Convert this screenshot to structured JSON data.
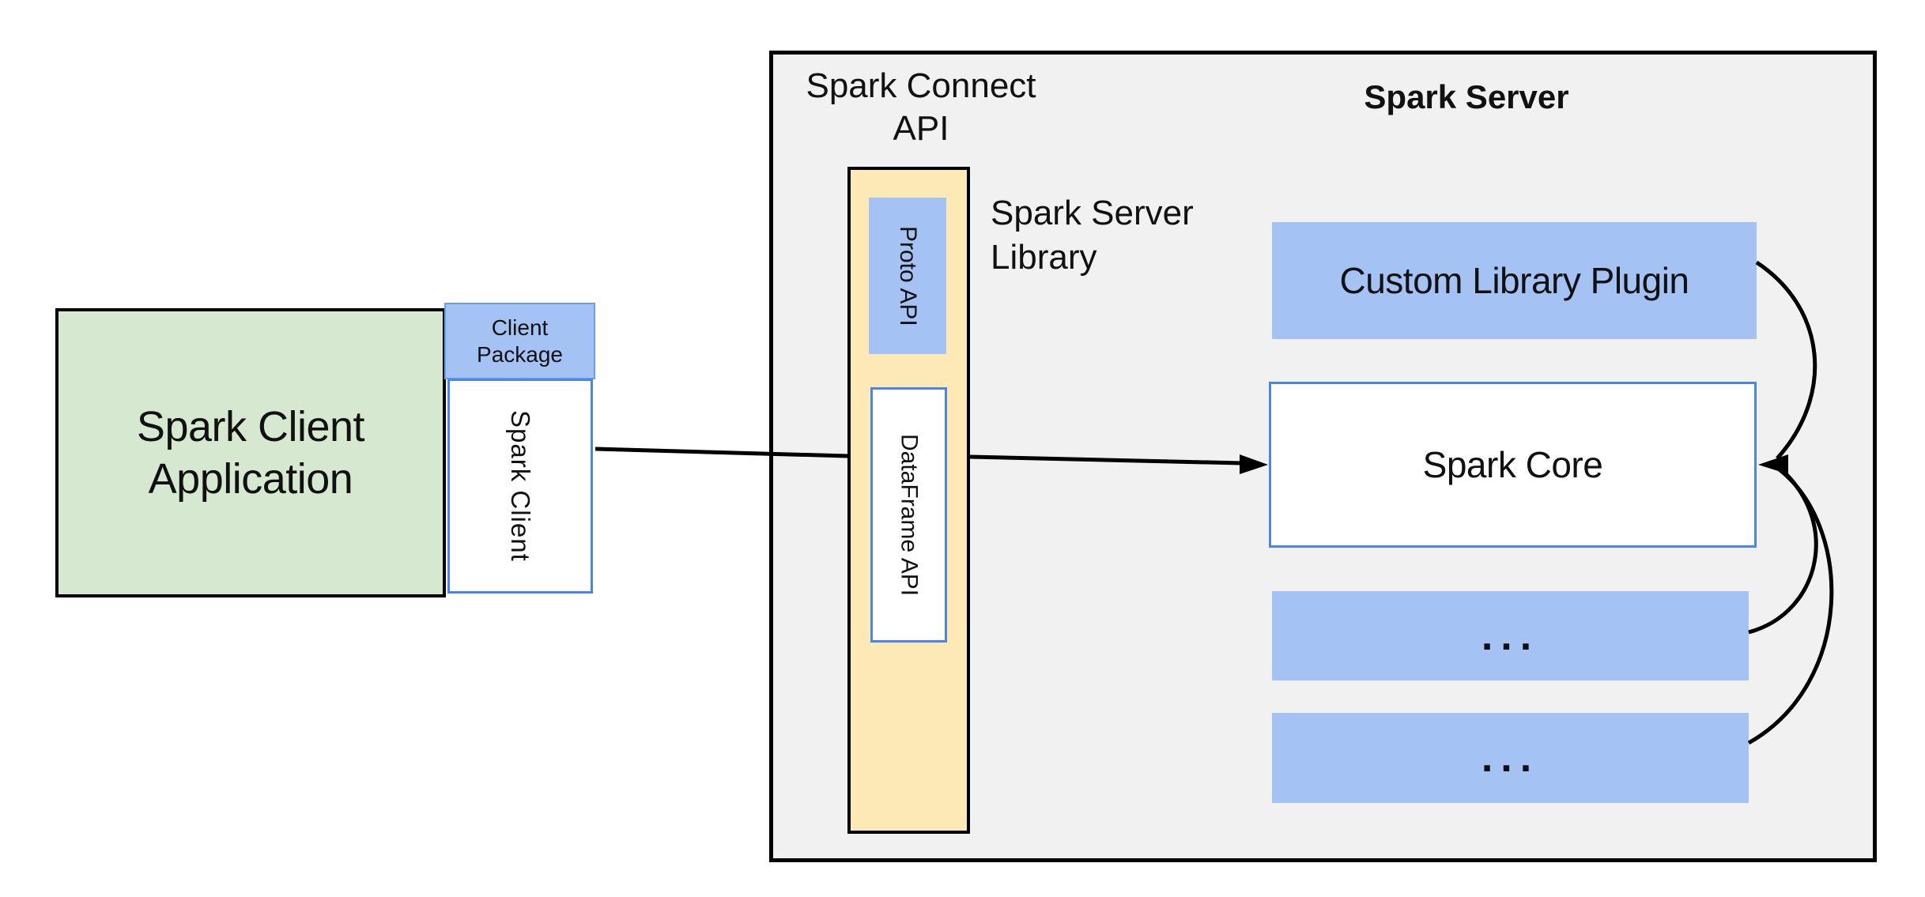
{
  "colors": {
    "container-fill": "#f1f1f1",
    "container-border": "#000000",
    "green-fill": "#d7e8d1",
    "blue-fill": "#a4c2f4",
    "blue-border": "#4a86e8",
    "package-border": "#6d9eeb",
    "yellow-fill": "#fce9b6",
    "white": "#ffffff",
    "text": "#111111",
    "arrow": "#000000"
  },
  "client": {
    "application": {
      "line1": "Spark Client",
      "line2": "Application"
    },
    "package": {
      "line1": "Client",
      "line2": "Package"
    },
    "spark_client_label": "Spark Client"
  },
  "server": {
    "connect_api_label": {
      "line1": "Spark Connect",
      "line2": "API"
    },
    "title": "Spark Server",
    "library_label": {
      "line1": "Spark Server",
      "line2": "Library"
    },
    "proto_api_label": "Proto API",
    "dataframe_api_label": "DataFrame API",
    "custom_plugin_label": "Custom Library Plugin",
    "core_label": "Spark Core",
    "more_plugins_1": "...",
    "more_plugins_2": "..."
  }
}
